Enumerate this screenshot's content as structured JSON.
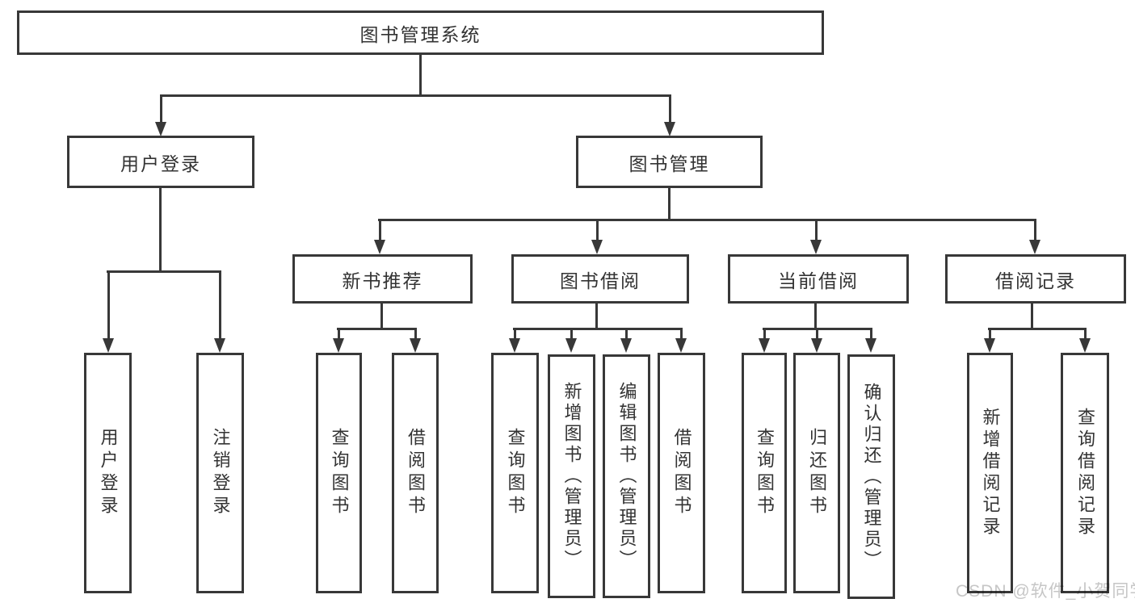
{
  "tree": {
    "label": "图书管理系统",
    "children": [
      {
        "label": "用户登录",
        "children": [
          {
            "label": "用户登录"
          },
          {
            "label": "注销登录"
          }
        ]
      },
      {
        "label": "图书管理",
        "children": [
          {
            "label": "新书推荐",
            "children": [
              {
                "label": "查询图书"
              },
              {
                "label": "借阅图书"
              }
            ]
          },
          {
            "label": "图书借阅",
            "children": [
              {
                "label": "查询图书"
              },
              {
                "label": "新增图书（管理员）"
              },
              {
                "label": "编辑图书（管理员）"
              },
              {
                "label": "借阅图书"
              }
            ]
          },
          {
            "label": "当前借阅",
            "children": [
              {
                "label": "查询图书"
              },
              {
                "label": "归还图书"
              },
              {
                "label": "确认归还（管理员）"
              }
            ]
          },
          {
            "label": "借阅记录",
            "children": [
              {
                "label": "新增借阅记录"
              },
              {
                "label": "查询借阅记录"
              }
            ]
          }
        ]
      }
    ]
  },
  "watermark": {
    "text": "CSDN @软件_小贺同学"
  },
  "colors": {
    "line": "#383838",
    "node_text": "#333333",
    "node_fill": "#ffffff",
    "watermark": "#c6c6c6",
    "background": "#ffffff"
  }
}
